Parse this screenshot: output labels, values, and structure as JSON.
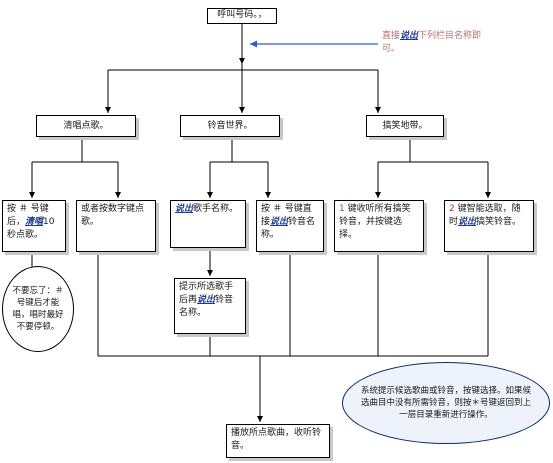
{
  "colors": {
    "line": "#000000",
    "callout_line": "#2a5bd7",
    "emphasis": "#1e3c8c",
    "callout_text": "#b87070",
    "bubble_border": "#0a2a6a"
  },
  "top": {
    "text": "呼叫号码。，"
  },
  "callout_top": {
    "a": "直接",
    "em": "说出",
    "b": "下列栏目名称即可。"
  },
  "branches": {
    "sing": {
      "title": "清唱点歌。"
    },
    "ring": {
      "title": "铃音世界。"
    },
    "joke": {
      "title": "搞笑地带。"
    }
  },
  "leaves": {
    "sing_a": {
      "a": "按 ＃ 号键后，",
      "em": "清唱",
      "b": "10秒点歌。"
    },
    "sing_b": {
      "text": "或者按数字键点歌。"
    },
    "ring_a": {
      "em": "说出",
      "b": "歌手名称。"
    },
    "ring_b": {
      "a": "按 ＃ 号键直接",
      "em": "说出",
      "b": "铃音名称。"
    },
    "joke_a": {
      "num": "1",
      "b": " 键收听所有搞笑铃音，并按键选择。"
    },
    "joke_b": {
      "num": "2",
      "b": " 键智能选取，随时",
      "em": "说出",
      "c": "搞笑铃音。"
    }
  },
  "ring_sub": {
    "a": "提示所选歌手后再",
    "em": "说出",
    "b": "铃音名称。"
  },
  "note_left": {
    "text": "不要忘了：＃号键后才能唱，唱时最好不要停顿。"
  },
  "bubble_right": {
    "text": "系统提示候选歌曲或铃音，按键选择。如果候选曲目中没有所需铃音，则按＊号键返回到上一层目录重新进行操作。"
  },
  "bottom": {
    "text": "播放所点歌曲，收听铃音。"
  }
}
